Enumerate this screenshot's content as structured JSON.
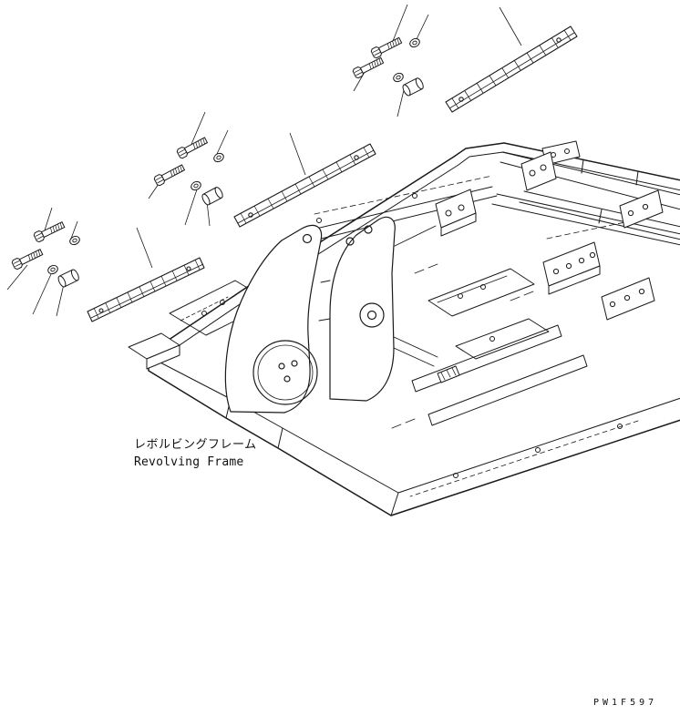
{
  "page": {
    "background": "#ffffff",
    "line_color": "#1a1a1a"
  },
  "diagram": {
    "title_jp": "レボルビングフレーム",
    "title_en": "Revolving Frame",
    "drawing_code": "PW1F597"
  }
}
